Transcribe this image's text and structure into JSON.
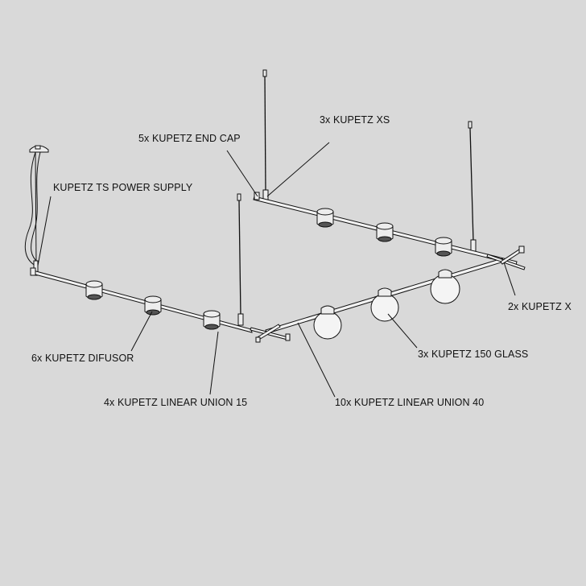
{
  "labels": {
    "end_cap": "5x KUPETZ END CAP",
    "xs": "3x KUPETZ XS",
    "power_supply": "KUPETZ TS POWER SUPPLY",
    "x": "2x KUPETZ X",
    "glass": "3x KUPETZ 150 GLASS",
    "difusor": "6x KUPETZ DIFUSOR",
    "linear_15": "4x KUPETZ LINEAR UNION 15",
    "linear_40": "10x KUPETZ LINEAR UNION 40"
  },
  "colors": {
    "background": "#d9d9d9",
    "line": "#111111"
  }
}
